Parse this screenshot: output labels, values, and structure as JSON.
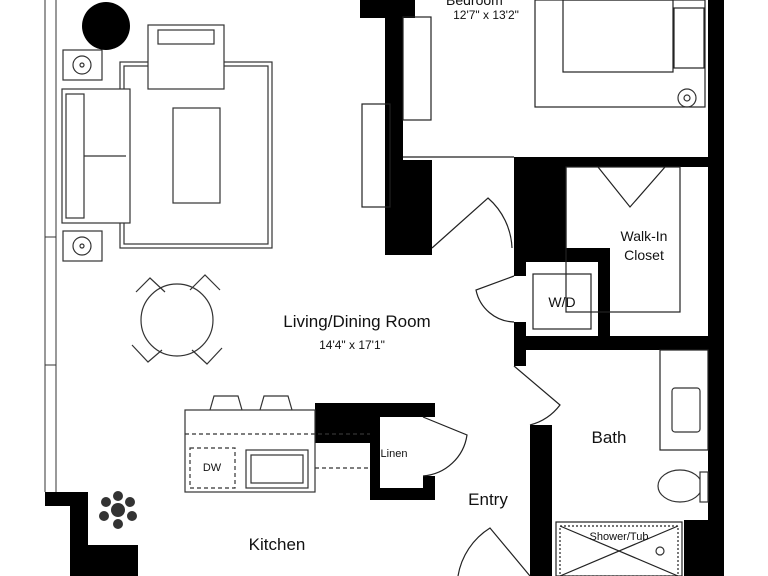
{
  "rooms": {
    "bedroom": {
      "name_partial": "Bedroom",
      "dims": "12'7\" x 13'2\""
    },
    "living_dining": {
      "name": "Living/Dining Room",
      "dims": "14'4\" x 17'1\""
    },
    "walk_in_closet": {
      "line1": "Walk-In",
      "line2": "Closet"
    },
    "wd": {
      "name": "W/D"
    },
    "bath": {
      "name": "Bath"
    },
    "linen": {
      "name": "Linen"
    },
    "entry": {
      "name": "Entry"
    },
    "kitchen": {
      "name": "Kitchen"
    },
    "dw": {
      "name": "DW"
    },
    "shower_tub": {
      "name": "Shower/Tub"
    }
  },
  "colors": {
    "wall": "#000000",
    "furniture_stroke": "#333333",
    "background": "#ffffff"
  }
}
